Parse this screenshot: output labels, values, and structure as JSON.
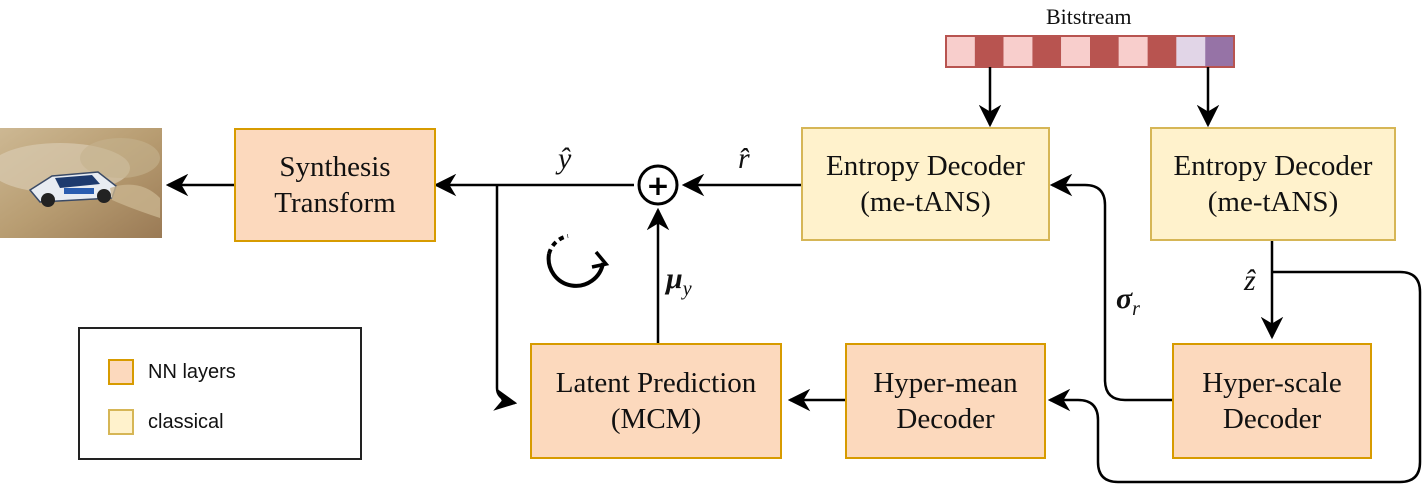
{
  "bitstream": {
    "title": "Bitstream",
    "segments": [
      "light",
      "dark",
      "light",
      "dark",
      "light",
      "dark",
      "light",
      "dark",
      "hyper-light",
      "hyper-dark"
    ]
  },
  "boxes": {
    "synthesis": {
      "line1": "Synthesis",
      "line2": "Transform",
      "kind": "NN layers"
    },
    "entropy_left": {
      "line1": "Entropy Decoder",
      "line2": "(me-tANS)",
      "kind": "classical"
    },
    "entropy_right": {
      "line1": "Entropy Decoder",
      "line2": "(me-tANS)",
      "kind": "classical"
    },
    "latent_prediction": {
      "line1": "Latent Prediction",
      "line2": "(MCM)",
      "kind": "NN layers"
    },
    "hyper_mean": {
      "line1": "Hyper-mean",
      "line2": "Decoder",
      "kind": "NN layers"
    },
    "hyper_scale": {
      "line1": "Hyper-scale",
      "line2": "Decoder",
      "kind": "NN layers"
    }
  },
  "labels": {
    "y_hat": "ŷ",
    "r_hat": "r̂",
    "mu_y": "μy",
    "mu": "μ",
    "mu_sub": "y",
    "sigma": "σ",
    "sigma_sub": "r",
    "z_hat": "ẑ",
    "sum_symbol": "+"
  },
  "legend": {
    "items": [
      {
        "label": "NN layers"
      },
      {
        "label": "classical"
      }
    ]
  },
  "colors": {
    "nn_fill": "#fcd9bd",
    "nn_border": "#d79b00",
    "classical_fill": "#fff2cc",
    "classical_border": "#d6b656",
    "bit_dark": "#b85450",
    "bit_light": "#f8cecc",
    "bit_hyper_light": "#e1d5e7",
    "bit_hyper_dark": "#9673a6"
  }
}
